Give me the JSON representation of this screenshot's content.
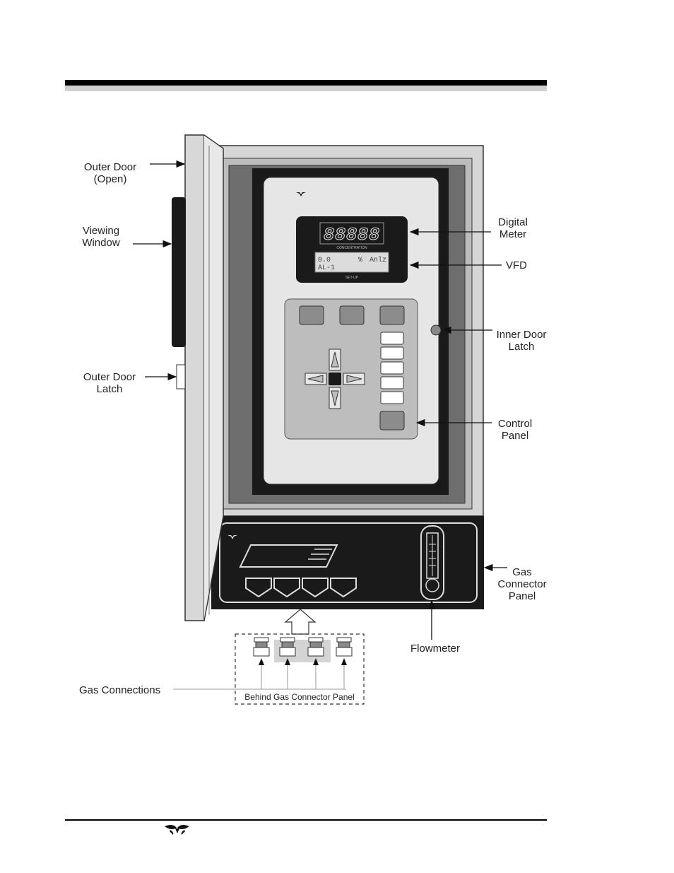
{
  "labels": {
    "outer_door_1": "Outer Door",
    "outer_door_2": "(Open)",
    "viewing_window_1": "Viewing",
    "viewing_window_2": "Window",
    "outer_door_latch_1": "Outer Door",
    "outer_door_latch_2": "Latch",
    "digital_meter_1": "Digital",
    "digital_meter_2": "Meter",
    "vfd": "VFD",
    "inner_door_latch_1": "Inner Door",
    "inner_door_latch_2": "Latch",
    "control_panel_1": "Control",
    "control_panel_2": "Panel",
    "gas_connector_panel_1": "Gas",
    "gas_connector_panel_2": "Connector",
    "gas_connector_panel_3": "Panel",
    "flowmeter": "Flowmeter",
    "gas_connections": "Gas Connections",
    "behind_panel": "Behind Gas Connector Panel"
  },
  "display": {
    "digits": "88888",
    "meter_caption": "CONCENTRATION",
    "vfd_line1_left": "0.0",
    "vfd_line1_unit": "%",
    "vfd_line1_right": "Anlz",
    "vfd_line2": "AL-1",
    "vfd_caption": "SET-UP"
  },
  "colors": {
    "enclosure": "#d8d8d8",
    "dark_frame": "#1a1a1a",
    "panel_face": "#e6e6e6",
    "keypad_bg": "#bdbdbd",
    "button": "#8c8c8c"
  }
}
